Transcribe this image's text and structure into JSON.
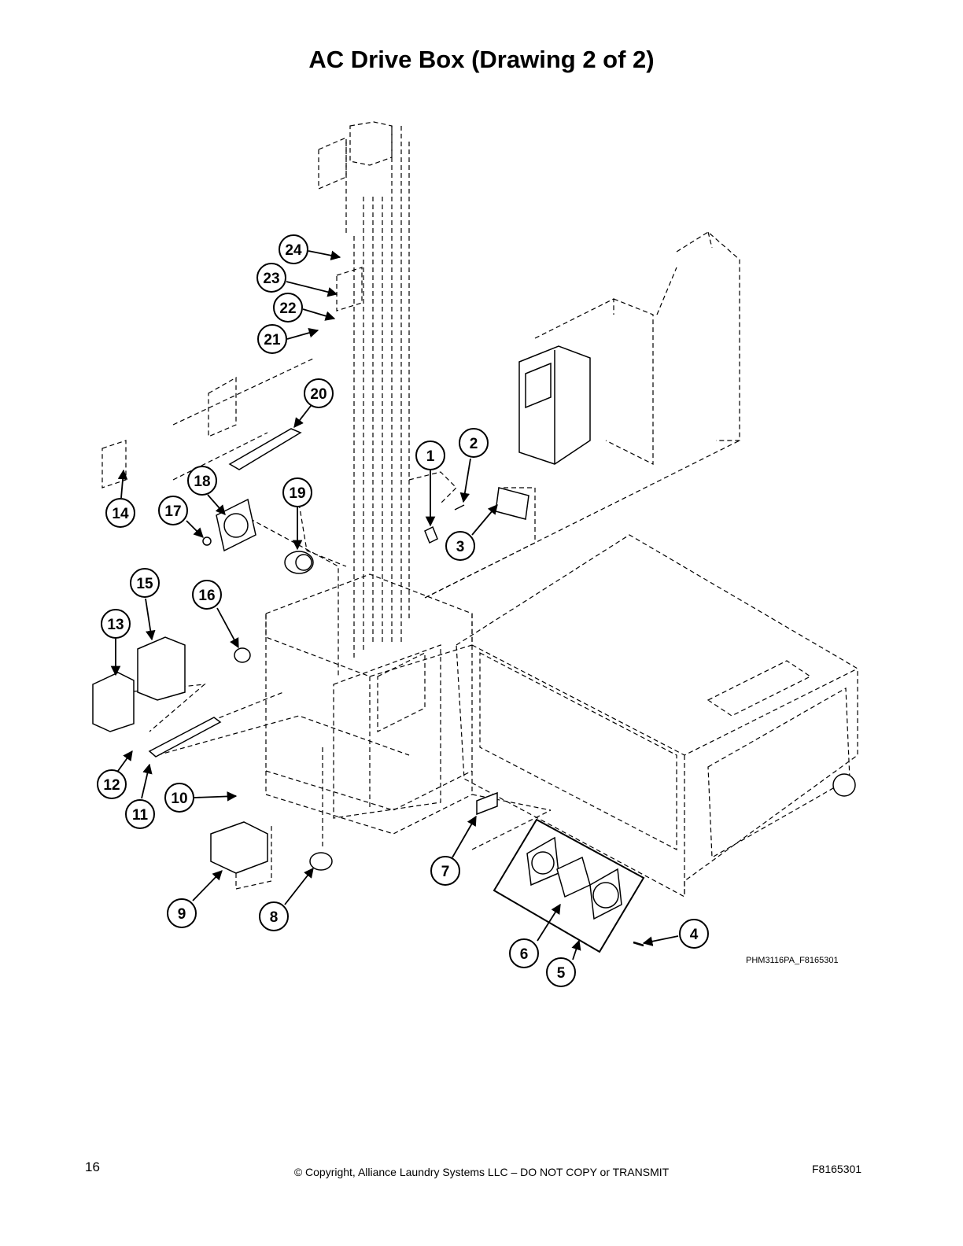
{
  "title": "AC Drive Box (Drawing 2 of 2)",
  "callouts": [
    "1",
    "2",
    "3",
    "4",
    "5",
    "6",
    "7",
    "8",
    "9",
    "10",
    "11",
    "12",
    "13",
    "14",
    "15",
    "16",
    "17",
    "18",
    "19",
    "20",
    "21",
    "22",
    "23",
    "24"
  ],
  "drawing_id": "PHM3116PA_F8165301",
  "footer": {
    "page_number": "16",
    "copyright": "© Copyright, Alliance Laundry Systems LLC – DO NOT COPY or TRANSMIT",
    "document_number": "F8165301"
  }
}
